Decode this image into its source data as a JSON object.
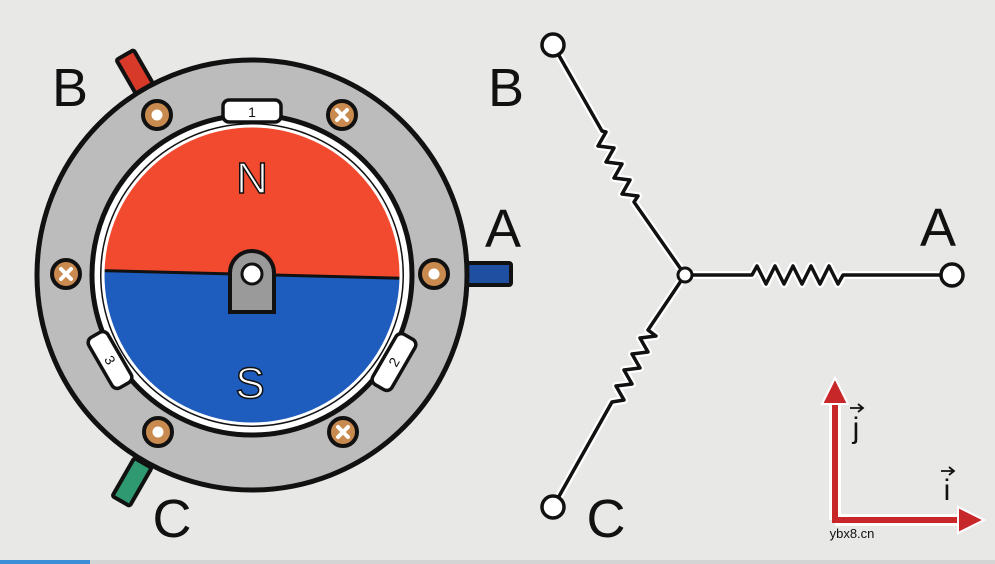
{
  "motor": {
    "label_b": "B",
    "label_a": "A",
    "label_c": "C",
    "rotor_north": "N",
    "rotor_south": "S",
    "slot_1": "1",
    "slot_2": "2",
    "slot_3": "3"
  },
  "circuit": {
    "label_b": "B",
    "label_a": "A",
    "label_c": "C"
  },
  "axes": {
    "j_label": "j",
    "i_label": "i"
  },
  "watermark": "ybx8.cn",
  "colors": {
    "background": "#e8e8e6",
    "stator": "#bcbcbc",
    "rotor_north": "#f24a2f",
    "rotor_south": "#1e5cbd",
    "phase_a_wire": "#1f4fa0",
    "phase_b_wire": "#d83a2a",
    "phase_c_wire": "#2f9a72",
    "axis_arrow": "#c8272a",
    "bolt": "#c98a4f"
  }
}
